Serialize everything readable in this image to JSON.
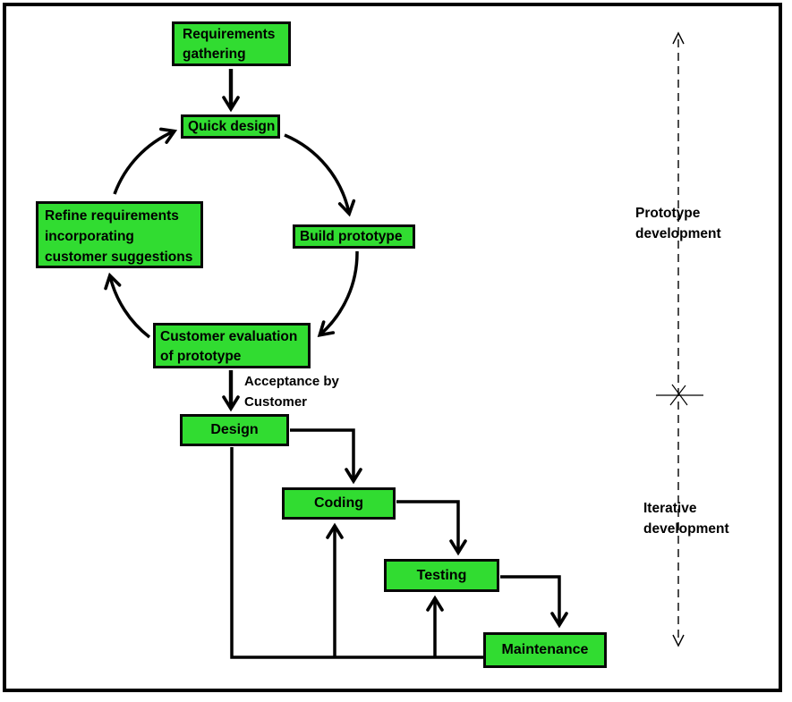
{
  "nodes": [
    {
      "id": "requirements-gathering",
      "lines": [
        "Requirements",
        "gathering"
      ]
    },
    {
      "id": "quick-design",
      "lines": [
        "Quick design"
      ]
    },
    {
      "id": "refine-requirements",
      "lines": [
        "Refine requirements",
        "incorporating",
        "customer suggestions"
      ]
    },
    {
      "id": "build-prototype",
      "lines": [
        "Build prototype"
      ]
    },
    {
      "id": "customer-evaluation",
      "lines": [
        "Customer evaluation",
        "of prototype"
      ]
    },
    {
      "id": "design",
      "lines": [
        "Design"
      ]
    },
    {
      "id": "coding",
      "lines": [
        "Coding"
      ]
    },
    {
      "id": "testing",
      "lines": [
        "Testing"
      ]
    },
    {
      "id": "maintenance",
      "lines": [
        "Maintenance"
      ]
    }
  ],
  "annotations": {
    "acceptance": {
      "lines": [
        "Acceptance by",
        "Customer"
      ]
    },
    "prototype_phase": {
      "lines": [
        "Prototype",
        "development"
      ]
    },
    "iterative_phase": {
      "lines": [
        "Iterative",
        "development"
      ]
    }
  },
  "edges": [
    {
      "from": "requirements-gathering",
      "to": "quick-design"
    },
    {
      "from": "quick-design",
      "to": "build-prototype"
    },
    {
      "from": "build-prototype",
      "to": "customer-evaluation"
    },
    {
      "from": "customer-evaluation",
      "to": "refine-requirements"
    },
    {
      "from": "refine-requirements",
      "to": "quick-design"
    },
    {
      "from": "customer-evaluation",
      "to": "design",
      "label": "Acceptance by Customer"
    },
    {
      "from": "design",
      "to": "coding"
    },
    {
      "from": "coding",
      "to": "testing"
    },
    {
      "from": "testing",
      "to": "maintenance"
    },
    {
      "from": "maintenance",
      "to": "coding",
      "via": "feedback-line"
    },
    {
      "from": "maintenance",
      "to": "testing",
      "via": "feedback-line"
    }
  ],
  "colors": {
    "node_fill": "#31DC31",
    "node_border": "#000000",
    "line": "#000000",
    "background": "#FFFFFF",
    "text": "#000000"
  }
}
